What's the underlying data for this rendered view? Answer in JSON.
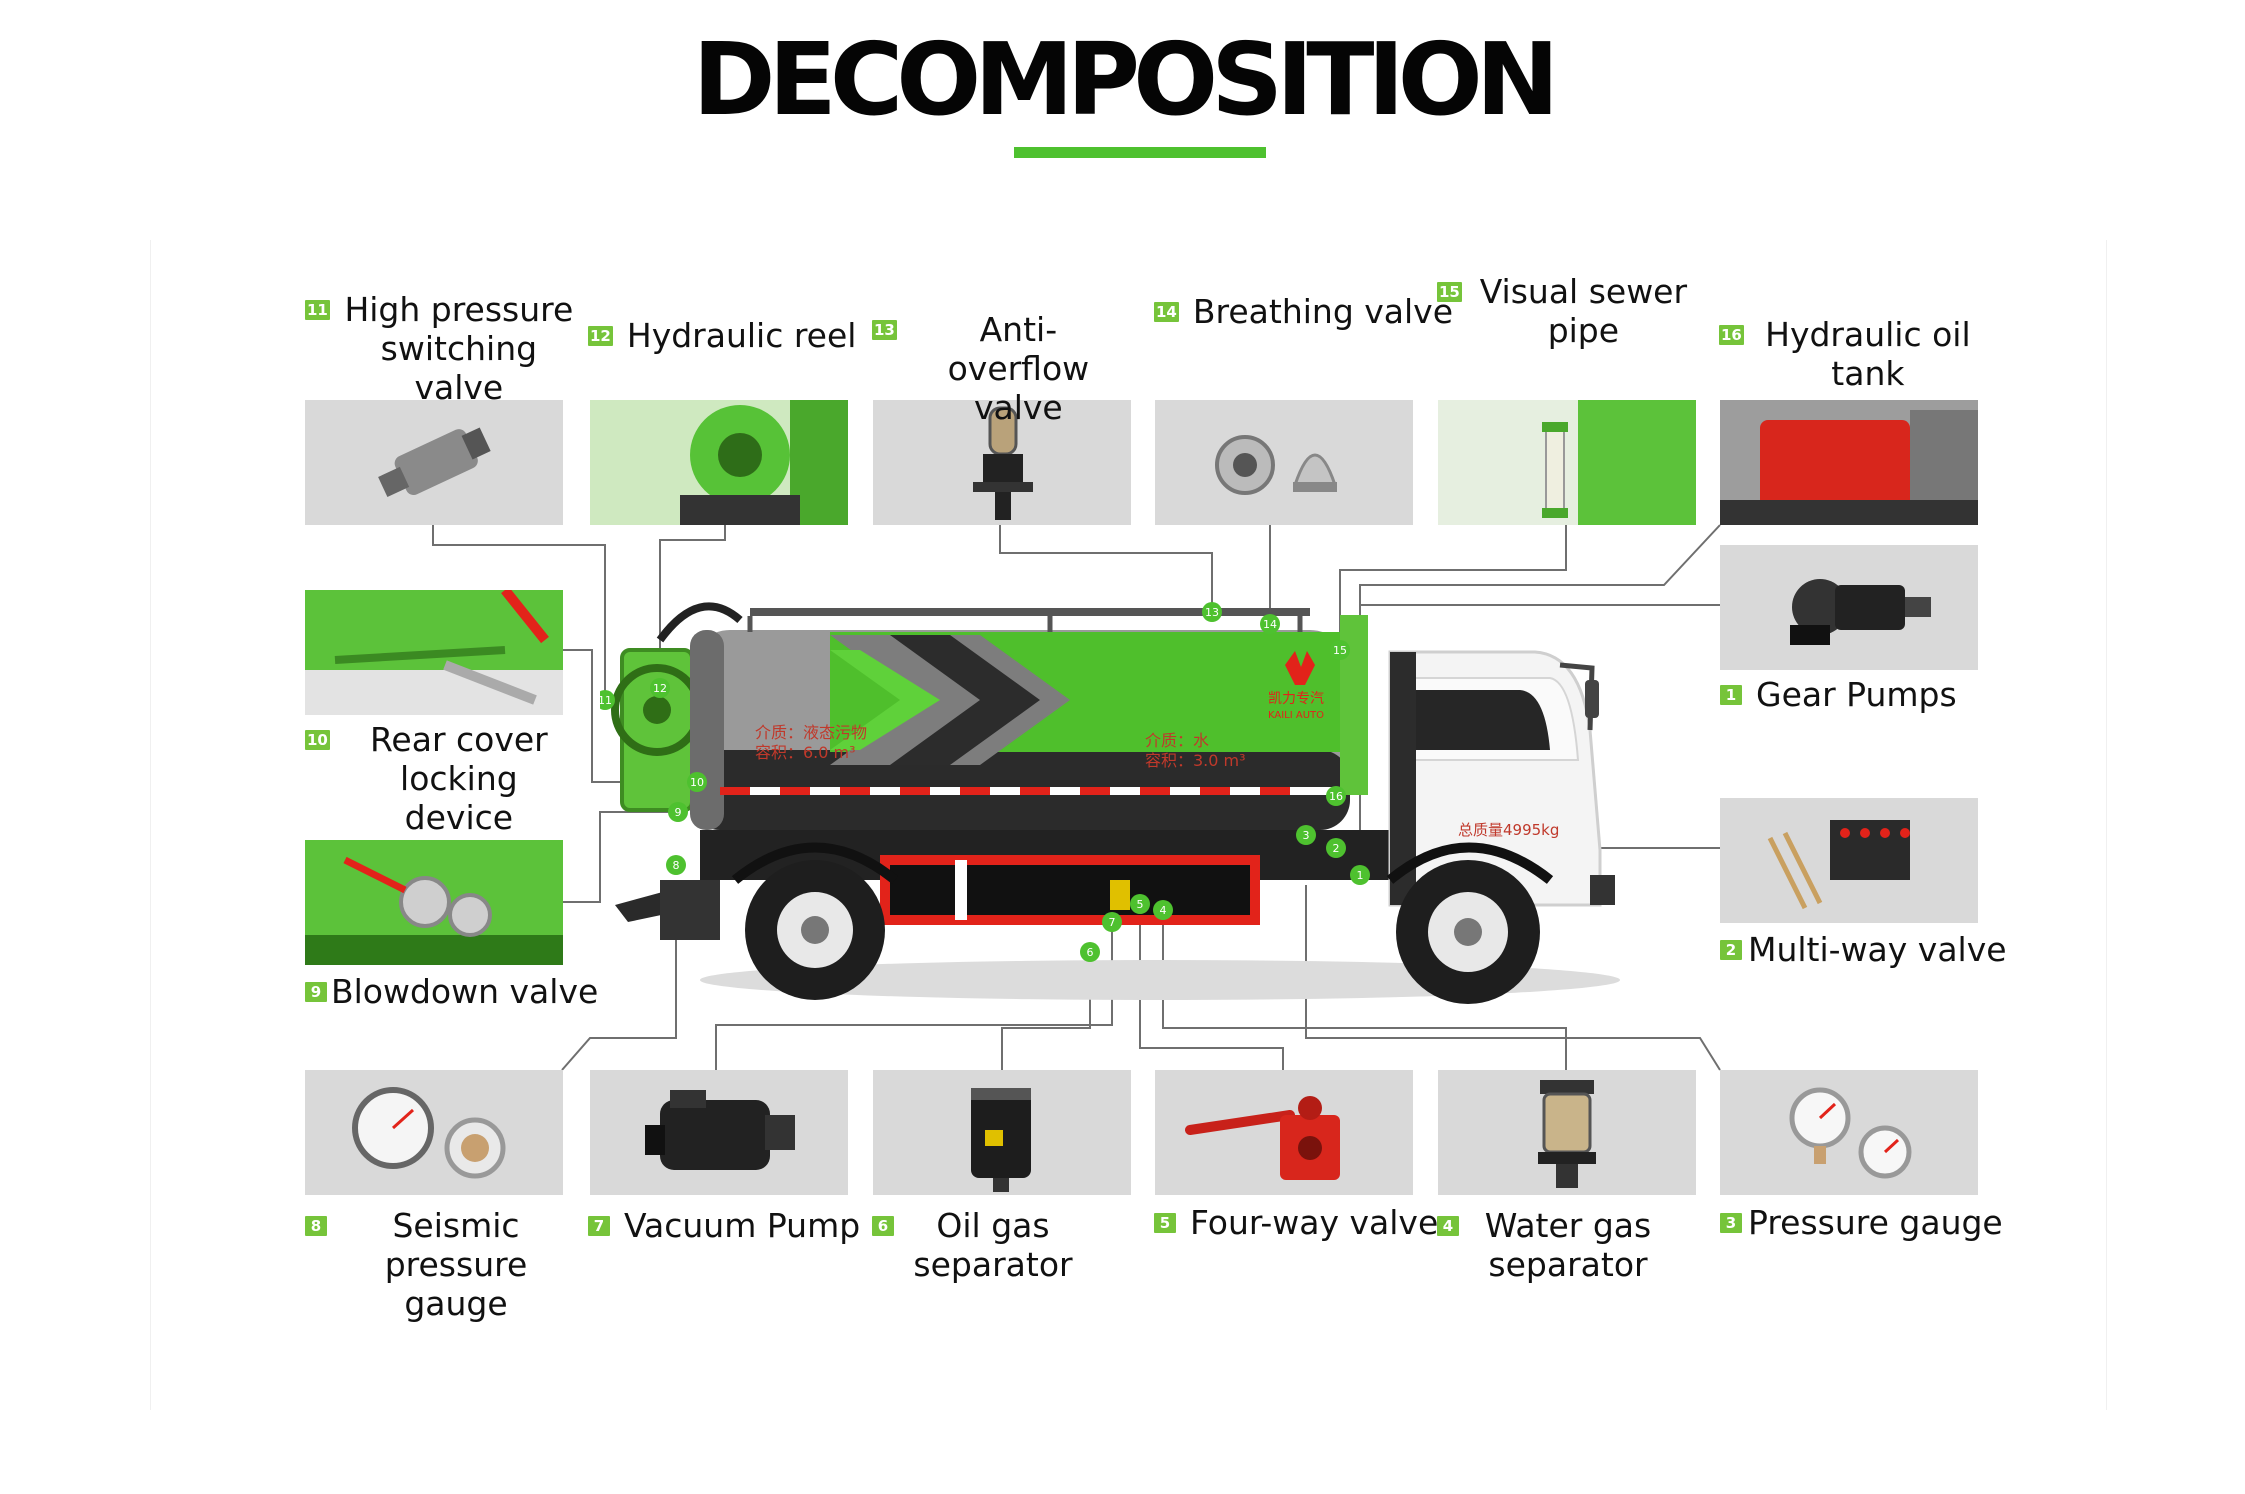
{
  "title": "DECOMPOSITION",
  "colors": {
    "accent": "#4ec12f",
    "badge": "#76c43a",
    "thumb_bg": "#d9d9d9"
  },
  "parts": {
    "p1": {
      "num": "1",
      "name": "Gear Pumps"
    },
    "p2": {
      "num": "2",
      "name": "Multi-way valve"
    },
    "p3": {
      "num": "3",
      "name": "Pressure gauge"
    },
    "p4": {
      "num": "4",
      "name": "Water gas separator"
    },
    "p5": {
      "num": "5",
      "name": "Four-way valve"
    },
    "p6": {
      "num": "6",
      "name": "Oil gas separator"
    },
    "p7": {
      "num": "7",
      "name": "Vacuum Pump"
    },
    "p8": {
      "num": "8",
      "name": "Seismic pressure gauge"
    },
    "p9": {
      "num": "9",
      "name": "Blowdown valve"
    },
    "p10": {
      "num": "10",
      "name": "Rear cover locking device"
    },
    "p11": {
      "num": "11",
      "name": "High pressure switching valve"
    },
    "p12": {
      "num": "12",
      "name": "Hydraulic reel"
    },
    "p13": {
      "num": "13",
      "name": "Anti-overflow valve"
    },
    "p14": {
      "num": "14",
      "name": "Breathing valve"
    },
    "p15": {
      "num": "15",
      "name": "Visual sewer pipe"
    },
    "p16": {
      "num": "16",
      "name": "Hydraulic oil tank"
    }
  },
  "truck": {
    "brand_cn": "凯力专汽",
    "brand_en": "KAILI AUTO",
    "tank_left_medium": "介质：液态污物",
    "tank_left_volume": "容积：6.0 m³",
    "tank_right_medium": "介质：水",
    "tank_right_volume": "容积：3.0 m³",
    "cab_weight": "总质量4995kg"
  }
}
